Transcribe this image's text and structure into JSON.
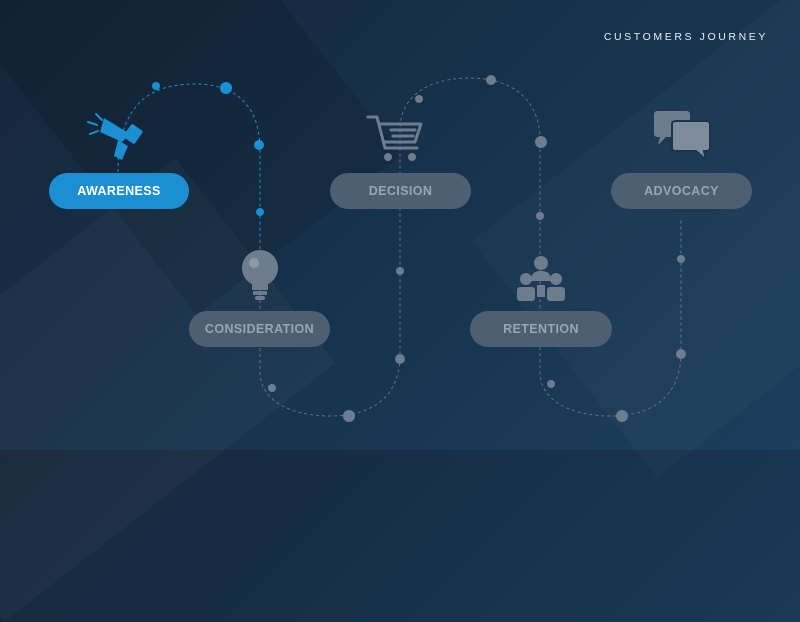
{
  "header": {
    "title": "CUSTOMERS JOURNEY"
  },
  "colors": {
    "active": "#1c8fd3",
    "inactive_pill": "#4d5f73",
    "inactive_text": "#98a6b6",
    "icon_gray": "#6e7d8e"
  },
  "stages": [
    {
      "label": "AWARENESS",
      "icon": "megaphone-icon",
      "active": true
    },
    {
      "label": "CONSIDERATION",
      "icon": "lightbulb-icon",
      "active": false
    },
    {
      "label": "DECISION",
      "icon": "shopping-cart-icon",
      "active": false
    },
    {
      "label": "RETENTION",
      "icon": "people-icon",
      "active": false
    },
    {
      "label": "ADVOCACY",
      "icon": "chat-bubbles-icon",
      "active": false
    }
  ]
}
